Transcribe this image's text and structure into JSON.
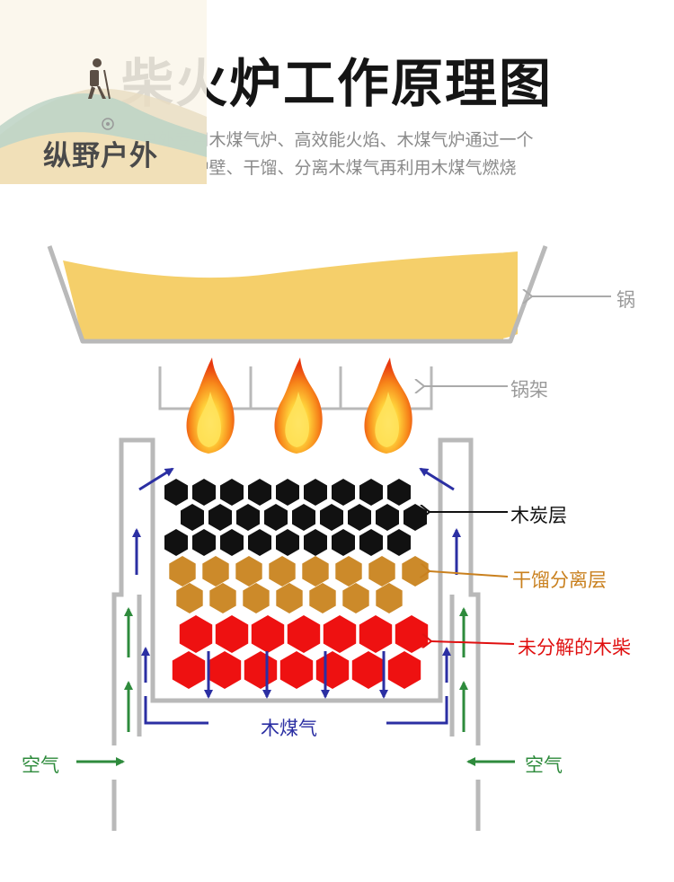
{
  "title": "柴火炉工作原理图",
  "subtitle": {
    "line1": "户外专用木煤气炉、高效能火焰、木煤气炉通过一个",
    "line2": "双层炉壁、干馏、分离木煤气再利用木煤气燃烧"
  },
  "brand": {
    "name": "纵野户外",
    "icon": "hiker-mountain-icon"
  },
  "labels": {
    "pot": "锅",
    "pot_stand": "锅架",
    "charcoal_layer": "木炭层",
    "dry_distillation_layer": "干馏分离层",
    "undecomposed_wood": "未分解的木柴",
    "wood_gas": "木煤气",
    "air_left": "空气",
    "air_right": "空气"
  },
  "colors": {
    "pot_fill": "#f5cf6a",
    "wall": "#b9b9b9",
    "charcoal": "#111111",
    "distillation": "#cc8a2a",
    "wood": "#ee1111",
    "gas_arrow": "#2b2fa3",
    "air_arrow": "#2e8b3c",
    "flame_outer": "#f04a12",
    "flame_inner": "#ffd23a"
  },
  "layers": {
    "charcoal_rows": 3,
    "distillation_rows": 2,
    "wood_rows": 2
  }
}
